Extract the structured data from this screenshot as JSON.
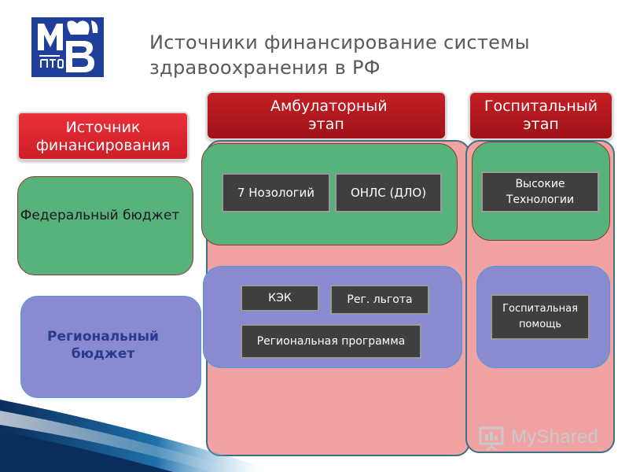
{
  "title": {
    "line1": "Источники финансирование системы",
    "line2": "здравоохранения в РФ"
  },
  "headers": {
    "source": "Источник финансирования",
    "ambulatory": "Амбулаторный этап",
    "hospital": "Госпитальный этап"
  },
  "sources": {
    "federal": "Федеральный бюджет",
    "regional": "Региональный бюджет"
  },
  "boxes": {
    "nosology": "7  Нозологий",
    "onls": "ОНЛС (ДЛО)",
    "hightech": "Высокие Технологии",
    "kek": "КЭК",
    "reg_lgota": "Рег. льгота",
    "reg_program": "Региональная программа",
    "hospital_help": "Госпитальная помощь"
  },
  "watermark": {
    "text": "MyShared"
  },
  "colors": {
    "header_red": "#b3181f",
    "pink": "#f1a3a3",
    "green": "#58b27c",
    "blue": "#8a8ad1",
    "dark_box": "#3f3f3f",
    "logo_blue": "#1f3f9a"
  }
}
